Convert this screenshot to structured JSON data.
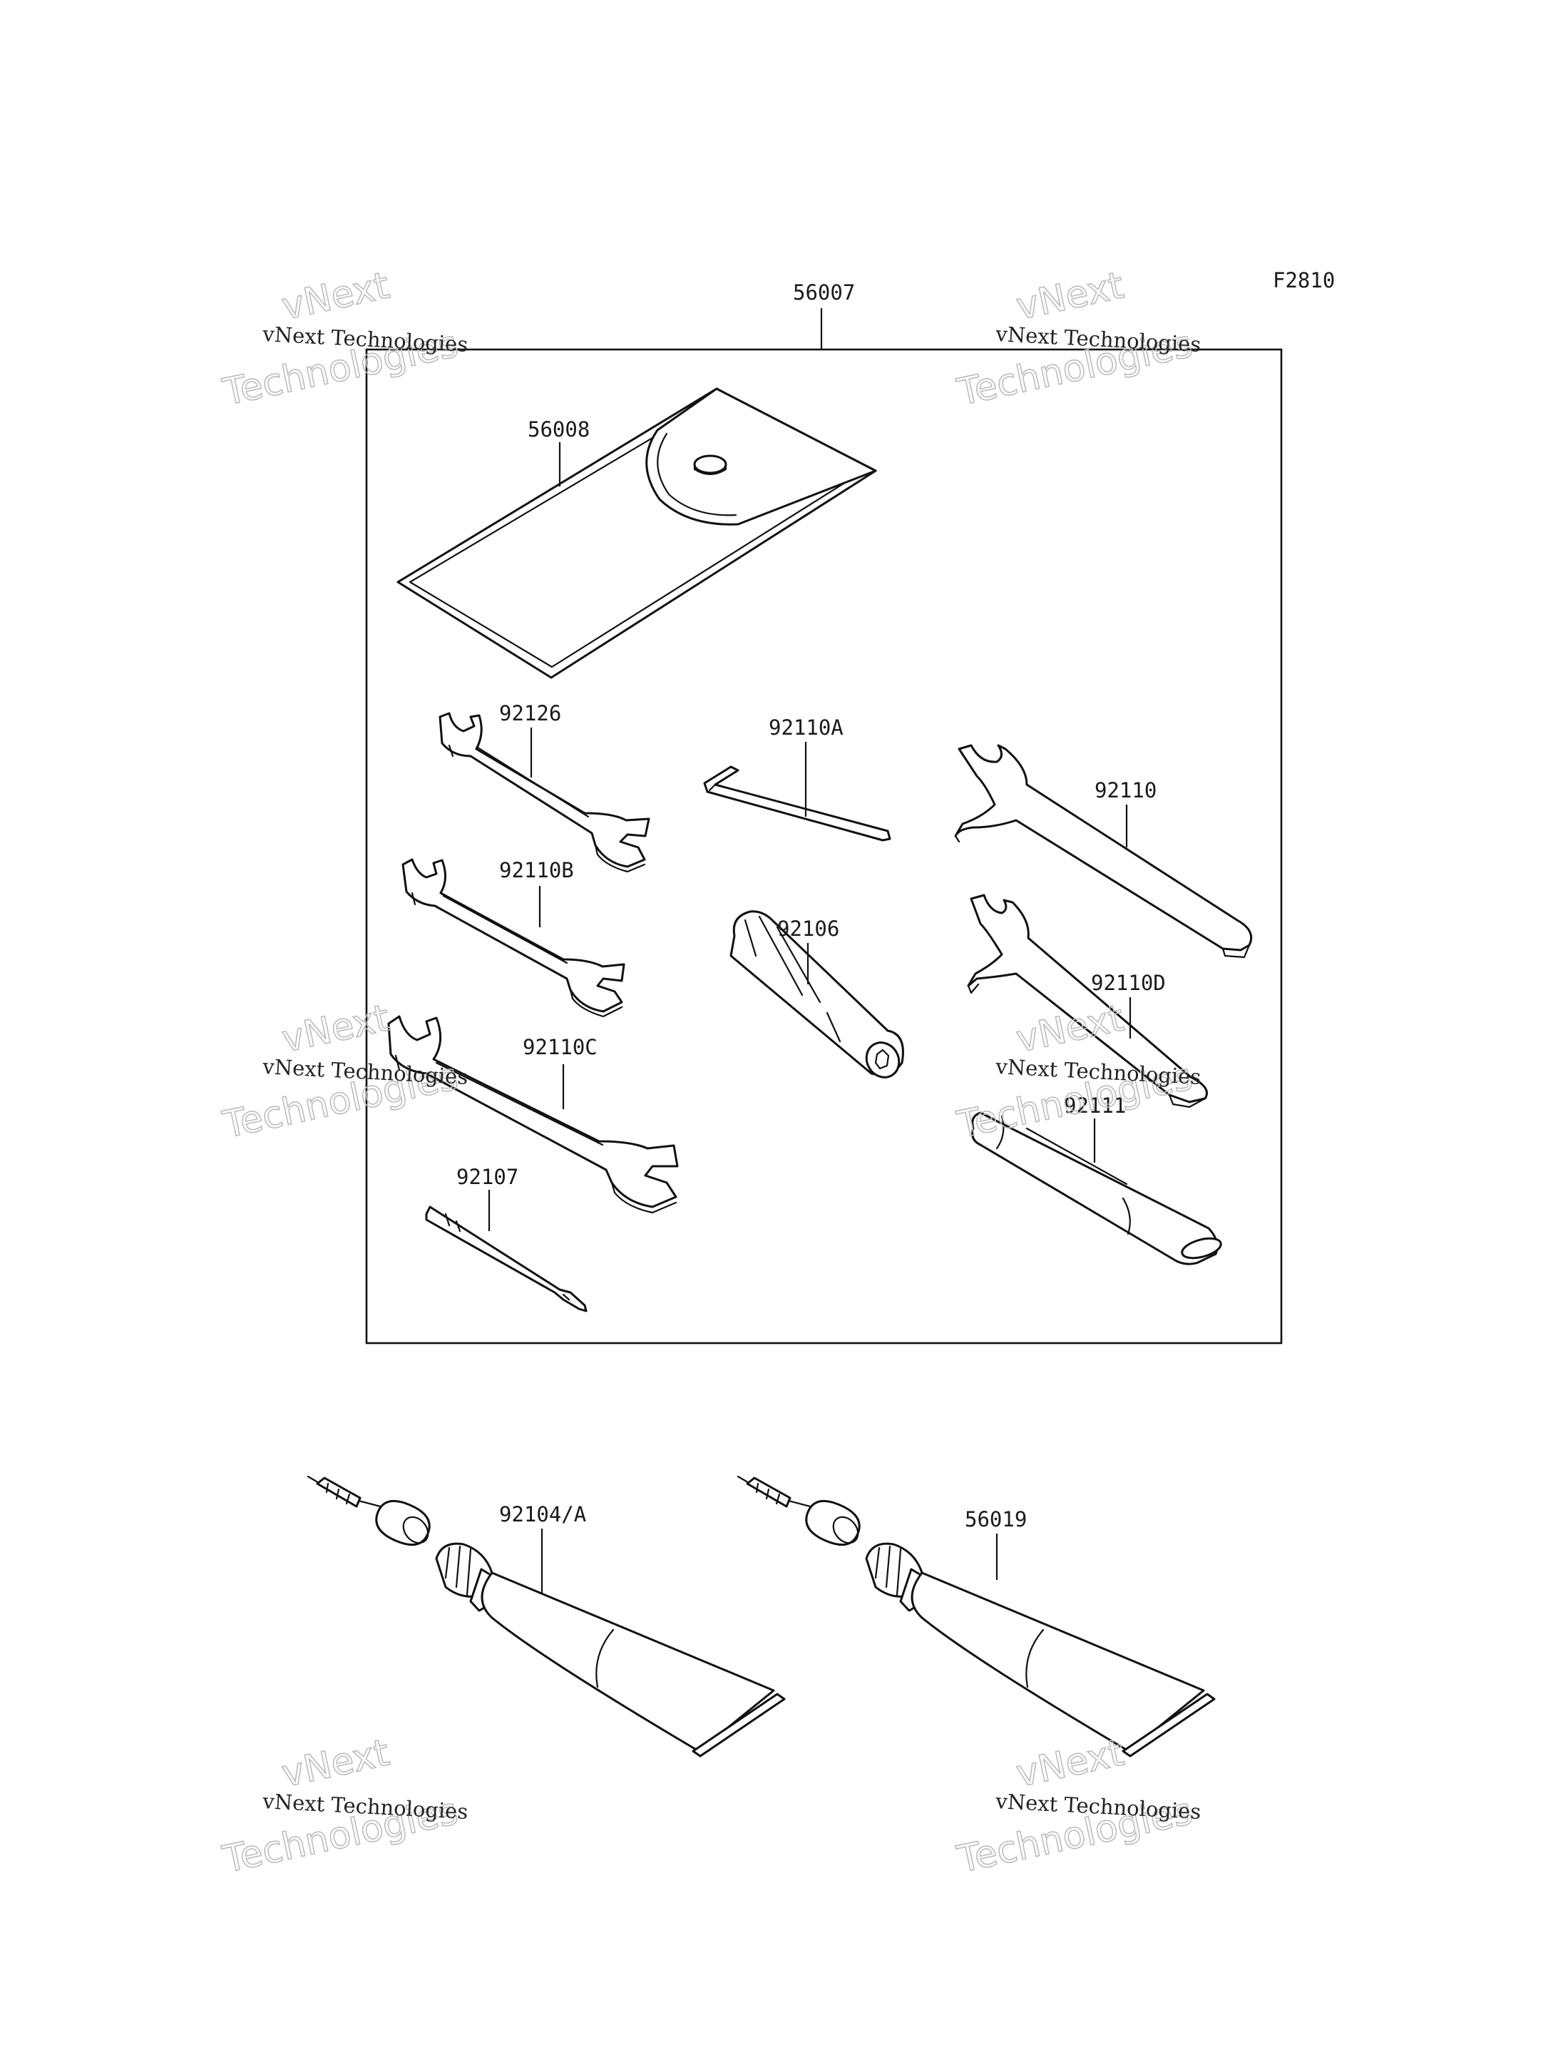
{
  "figure_code": "F2810",
  "parts": {
    "kit": "56007",
    "pouch": "56008",
    "wrench_a": "92126",
    "wrench_b": "92110B",
    "wrench_c": "92110C",
    "hex_key": "92110A",
    "adapter": "92106",
    "hook_spanner": "92110",
    "hook_spanner_d": "92110D",
    "extension_bar": "92111",
    "screwdriver_bit": "92107",
    "tube_left": "92104/A",
    "tube_right": "56019"
  },
  "watermark": {
    "small_text": "vNext Technologies",
    "large_line1": "vNext",
    "large_line2": "Technologies"
  },
  "colors": {
    "line": "#111111",
    "watermark_outline": "#bdbdbd"
  }
}
